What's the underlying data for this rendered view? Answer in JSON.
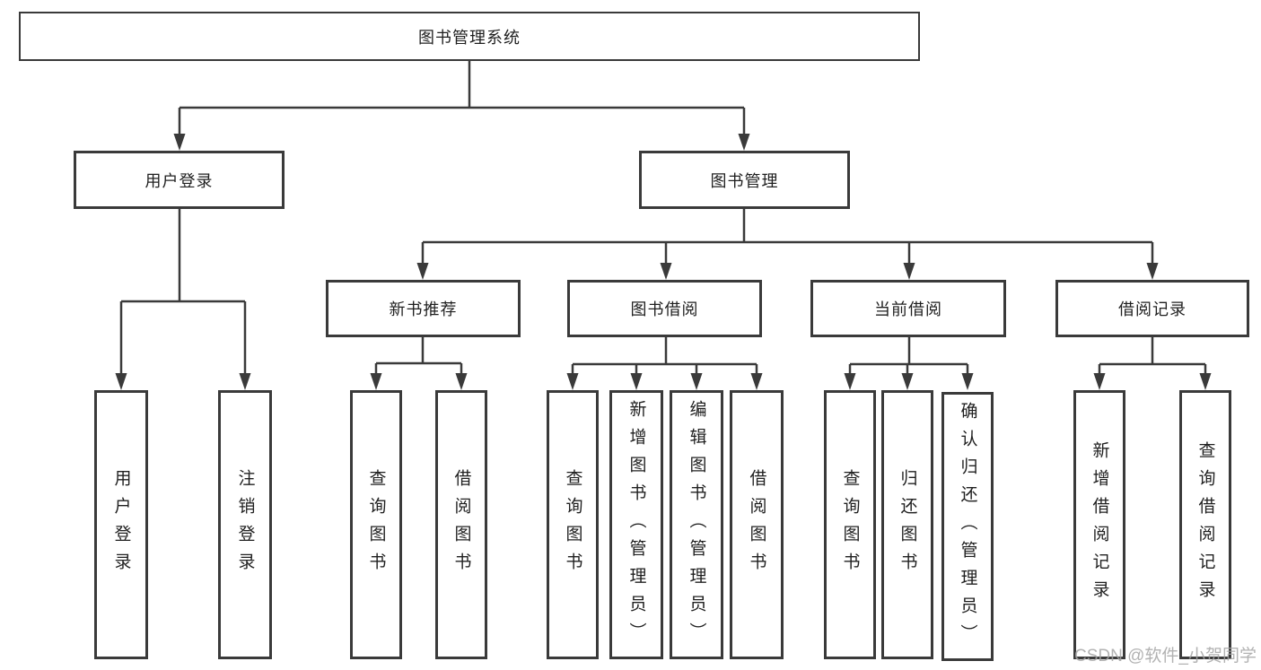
{
  "watermark": "CSDN @软件_小贺同学",
  "colors": {
    "line": "#3a3a3a",
    "box_border": "#3a3a3a",
    "text": "#1f1f1f",
    "watermark": "#a5a5a5",
    "background": "#ffffff"
  },
  "tree": {
    "root": {
      "label": "图书管理系统"
    },
    "branches": [
      {
        "label": "用户登录",
        "children": [
          {
            "label": "用户登录"
          },
          {
            "label": "注销登录"
          }
        ]
      },
      {
        "label": "图书管理",
        "children": [
          {
            "label": "新书推荐",
            "children": [
              {
                "label": "查询图书"
              },
              {
                "label": "借阅图书"
              }
            ]
          },
          {
            "label": "图书借阅",
            "children": [
              {
                "label": "查询图书"
              },
              {
                "label": "新增图书（管理员）"
              },
              {
                "label": "编辑图书（管理员）"
              },
              {
                "label": "借阅图书"
              }
            ]
          },
          {
            "label": "当前借阅",
            "children": [
              {
                "label": "查询图书"
              },
              {
                "label": "归还图书"
              },
              {
                "label": "确认归还（管理员）"
              }
            ]
          },
          {
            "label": "借阅记录",
            "children": [
              {
                "label": "新增借阅记录"
              },
              {
                "label": "查询借阅记录"
              }
            ]
          }
        ]
      }
    ]
  }
}
